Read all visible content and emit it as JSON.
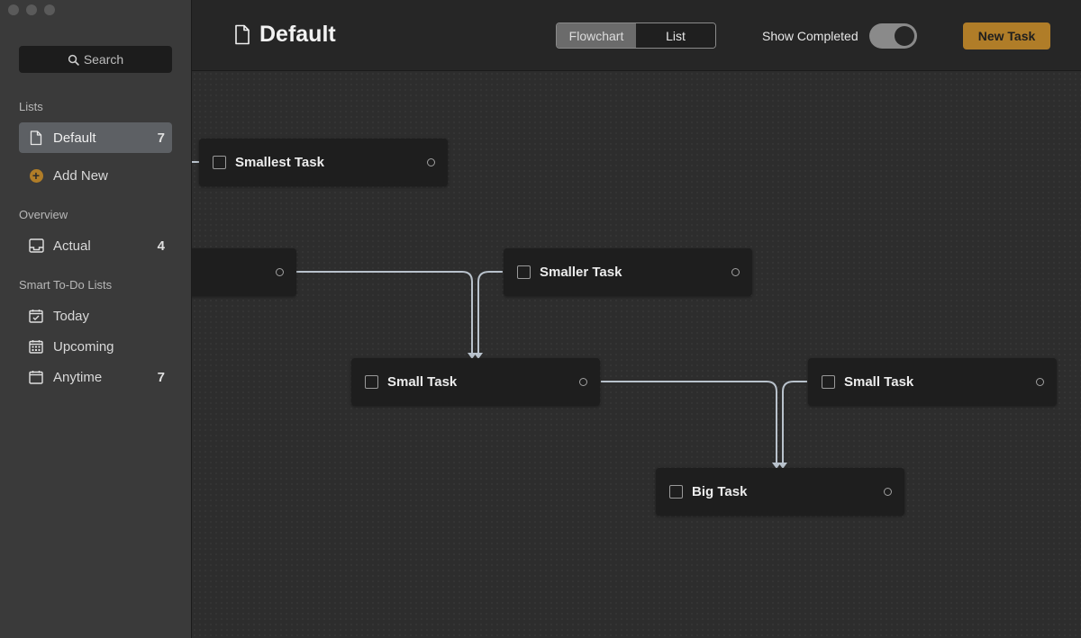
{
  "sidebar": {
    "search_label": "Search",
    "sections": {
      "lists": "Lists",
      "overview": "Overview",
      "smart": "Smart To-Do Lists"
    },
    "lists": [
      {
        "label": "Default",
        "count": "7",
        "active": true
      }
    ],
    "add_new": "Add New",
    "overview_items": [
      {
        "label": "Actual",
        "count": "4"
      }
    ],
    "smart_items": [
      {
        "label": "Today",
        "count": ""
      },
      {
        "label": "Upcoming",
        "count": ""
      },
      {
        "label": "Anytime",
        "count": "7"
      }
    ]
  },
  "header": {
    "title": "Default",
    "view_tabs": [
      "Flowchart",
      "List"
    ],
    "active_tab": "Flowchart",
    "show_completed_label": "Show Completed",
    "show_completed_on": true,
    "new_task_label": "New Task"
  },
  "flowchart": {
    "nodes": [
      {
        "id": "smallest",
        "label": "Smallest Task"
      },
      {
        "id": "partial",
        "label": ""
      },
      {
        "id": "smaller",
        "label": "Smaller Task"
      },
      {
        "id": "small1",
        "label": "Small Task"
      },
      {
        "id": "small2",
        "label": "Small Task"
      },
      {
        "id": "big",
        "label": "Big Task"
      }
    ]
  },
  "colors": {
    "accent": "#b07d28",
    "sidebar_bg": "#3a3a3a",
    "header_bg": "#262626",
    "node_bg": "#1e1e1e",
    "link": "#b9c2cc"
  }
}
